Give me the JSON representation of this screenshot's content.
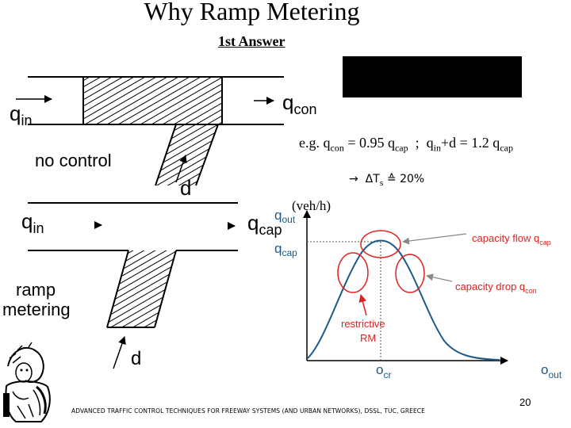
{
  "title": "Why Ramp Metering",
  "subtitle": "1st Answer",
  "example": {
    "prefix": "e.g. q",
    "con_sub": "con",
    "mid1": " = 0.95 q",
    "cap_sub": "cap",
    "sep": "  ;  q",
    "in_sub": "in",
    "mid2": "+d = 1.2 q",
    "cap_sub2": "cap"
  },
  "delta_label": "→  ΔT",
  "delta_sub": "s",
  "delta_value": "≙ 20%",
  "top_diagram": {
    "q_in": "q",
    "q_in_sub": "in",
    "q_con": "q",
    "q_con_sub": "con",
    "label": "no control",
    "d": "d"
  },
  "bottom_diagram": {
    "q_in": "q",
    "q_in_sub": "in",
    "q_cap": "q",
    "q_cap_sub": "cap",
    "label_line1": "ramp",
    "label_line2": "metering",
    "d": "d"
  },
  "chart": {
    "unit_label": "(veh/h)",
    "y_top": "q",
    "y_top_sub": "out",
    "y_cap": "q",
    "y_cap_sub": "cap",
    "x_cr": "o",
    "x_cr_sub": "cr",
    "x_out": "o",
    "x_out_sub": "out",
    "annotation_capacity_flow": "capacity flow  q",
    "annotation_capacity_flow_sub": "cap",
    "annotation_capacity_drop": "capacity drop  q",
    "annotation_capacity_drop_sub": "con",
    "annotation_rm_line1": "restrictive",
    "annotation_rm_line2": "RM",
    "accent_color": "#e02020"
  },
  "footer": "ADVANCED TRAFFIC CONTROL TECHNIQUES FOR FREEWAY SYSTEMS (AND URBAN NETWORKS), DSSL, TUC, GREECE",
  "page_number": "20"
}
